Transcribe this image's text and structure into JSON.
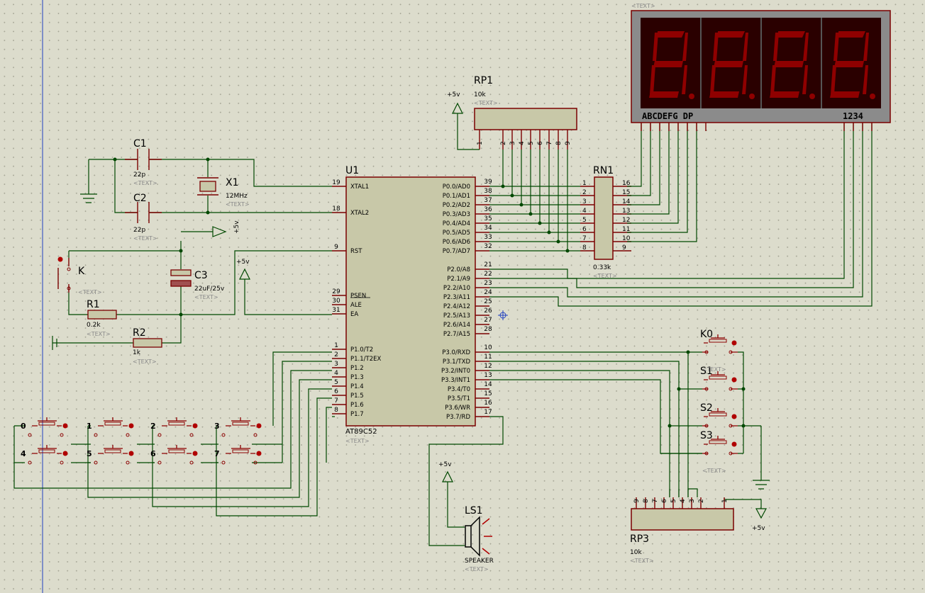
{
  "components": {
    "u1": {
      "ref": "U1",
      "part": "AT89C52",
      "text": "<TEXT>",
      "left_pins": [
        {
          "num": "19",
          "name": "XTAL1"
        },
        {
          "num": "18",
          "name": "XTAL2"
        },
        {
          "num": "9",
          "name": "RST"
        },
        {
          "num": "29",
          "name": "PSEN"
        },
        {
          "num": "30",
          "name": "ALE"
        },
        {
          "num": "31",
          "name": "EA"
        },
        {
          "num": "1",
          "name": "P1.0/T2"
        },
        {
          "num": "2",
          "name": "P1.1/T2EX"
        },
        {
          "num": "3",
          "name": "P1.2"
        },
        {
          "num": "4",
          "name": "P1.3"
        },
        {
          "num": "5",
          "name": "P1.4"
        },
        {
          "num": "6",
          "name": "P1.5"
        },
        {
          "num": "7",
          "name": "P1.6"
        },
        {
          "num": "8",
          "name": "P1.7"
        }
      ],
      "right_pins": [
        {
          "num": "39",
          "name": "P0.0/AD0"
        },
        {
          "num": "38",
          "name": "P0.1/AD1"
        },
        {
          "num": "37",
          "name": "P0.2/AD2"
        },
        {
          "num": "36",
          "name": "P0.3/AD3"
        },
        {
          "num": "35",
          "name": "P0.4/AD4"
        },
        {
          "num": "34",
          "name": "P0.5/AD5"
        },
        {
          "num": "33",
          "name": "P0.6/AD6"
        },
        {
          "num": "32",
          "name": "P0.7/AD7"
        },
        {
          "num": "21",
          "name": "P2.0/A8"
        },
        {
          "num": "22",
          "name": "P2.1/A9"
        },
        {
          "num": "23",
          "name": "P2.2/A10"
        },
        {
          "num": "24",
          "name": "P2.3/A11"
        },
        {
          "num": "25",
          "name": "P2.4/A12"
        },
        {
          "num": "26",
          "name": "P2.5/A13"
        },
        {
          "num": "27",
          "name": "P2.6/A14"
        },
        {
          "num": "28",
          "name": "P2.7/A15"
        },
        {
          "num": "10",
          "name": "P3.0/RXD"
        },
        {
          "num": "11",
          "name": "P3.1/TXD"
        },
        {
          "num": "12",
          "name": "P3.2/INT0"
        },
        {
          "num": "13",
          "name": "P3.3/INT1"
        },
        {
          "num": "14",
          "name": "P3.4/T0"
        },
        {
          "num": "15",
          "name": "P3.5/T1"
        },
        {
          "num": "16",
          "name": "P3.6/WR"
        },
        {
          "num": "17",
          "name": "P3.7/RD"
        }
      ]
    },
    "c1": {
      "ref": "C1",
      "value": "22p",
      "text": "<TEXT>"
    },
    "c2": {
      "ref": "C2",
      "value": "22p",
      "text": "<TEXT>"
    },
    "x1": {
      "ref": "X1",
      "value": "12MHz",
      "text": "<TEXT>"
    },
    "c3": {
      "ref": "C3",
      "value": "22uF/25v",
      "text": "<TEXT>"
    },
    "k": {
      "ref": "K",
      "text": "<TEXT>"
    },
    "r1": {
      "ref": "R1",
      "value": "0.2k",
      "text": "<TEXT>"
    },
    "r2": {
      "ref": "R2",
      "value": "1k",
      "text": "<TEXT>"
    },
    "rp1": {
      "ref": "RP1",
      "value": "10k",
      "text": "<TEXT>",
      "pins": [
        "1",
        "2",
        "3",
        "4",
        "5",
        "6",
        "7",
        "8",
        "9"
      ]
    },
    "rn1": {
      "ref": "RN1",
      "value": "0.33k",
      "text": "<TEXT>",
      "left_pins": [
        "1",
        "2",
        "3",
        "4",
        "5",
        "6",
        "7",
        "8"
      ],
      "right_pins": [
        "16",
        "15",
        "14",
        "13",
        "12",
        "11",
        "10",
        "9"
      ]
    },
    "rp3": {
      "ref": "RP3",
      "value": "10k",
      "text": "<TEXT>",
      "pins": [
        "9",
        "8",
        "7",
        "6",
        "5",
        "4",
        "3",
        "2",
        "1"
      ]
    },
    "display": {
      "text": "<TEXT>",
      "segments_label": "ABCDEFG DP",
      "digits_label": "1234",
      "digit_count": 4,
      "segment_color": "#8f0000",
      "bg_color": "#2a0000"
    },
    "ls1": {
      "ref": "LS1",
      "part": "SPEAKER",
      "text": "<TEXT>"
    },
    "k0": {
      "ref": "K0"
    },
    "s1": {
      "ref": "S1",
      "text": "<TEXT>"
    },
    "s2": {
      "ref": "S2"
    },
    "s3": {
      "ref": "S3",
      "text": "<TEXT>"
    },
    "keypad": {
      "keys": [
        "0",
        "1",
        "2",
        "3",
        "4",
        "5",
        "6",
        "7"
      ]
    }
  },
  "power": {
    "vcc": "+5v"
  },
  "colors": {
    "wire": "#004800",
    "pin": "#7a0000",
    "body": "#c8c8a8",
    "background": "#dcdccc"
  }
}
